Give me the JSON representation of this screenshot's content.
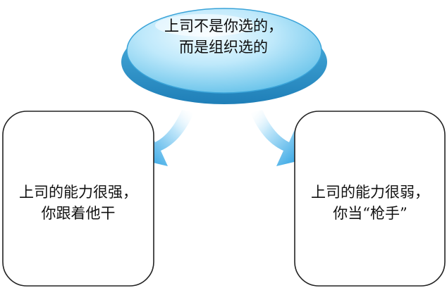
{
  "top_node": {
    "line1": "上司不是你选的，",
    "line2": "而是组织选的"
  },
  "left_node": {
    "line1": "上司的能力很强，",
    "line2": "你跟着他干"
  },
  "right_node": {
    "line1": "上司的能力很弱，",
    "line2": "你当“枪手”"
  },
  "colors": {
    "disc_light": "#e4f7ff",
    "disc_mid": "#7fd0f2",
    "disc_dark": "#2e8fc4",
    "arrow_tip": "#1f9fe3",
    "box_border": "#222222"
  }
}
